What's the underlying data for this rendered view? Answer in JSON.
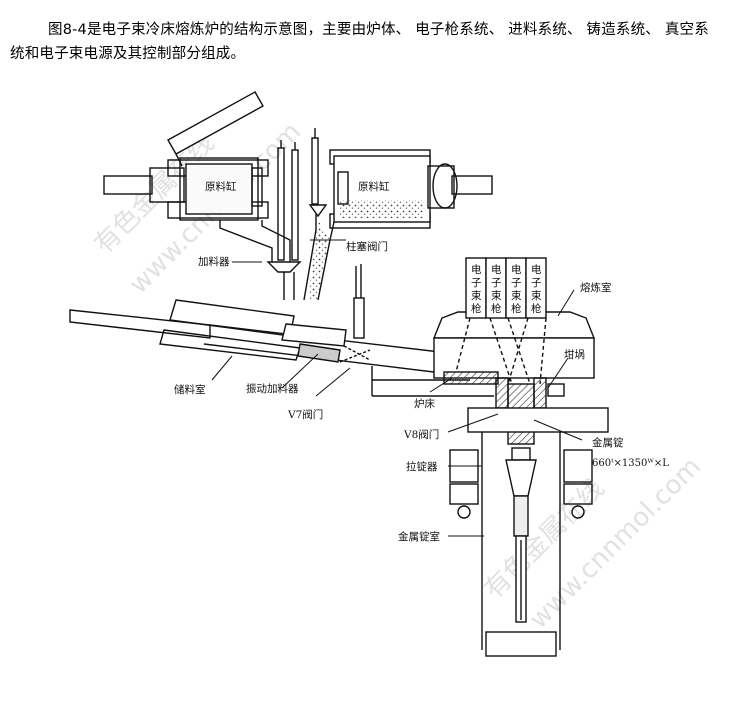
{
  "caption": "图8-4是电子束冷床熔炼炉的结构示意图，主要由炉体、 电子枪系统、 进料系统、 铸造系统、 真空系统和电子束电源及其控制部分组成。",
  "labels": {
    "raw_bin_left": "原料缸",
    "raw_bin_right": "原料缸",
    "feeder": "加料器",
    "plunger_valve": "柱塞阀门",
    "storage_chamber": "储料室",
    "vibratory_feeder": "振动加料器",
    "v7_valve": "V7阀门",
    "furnace_hearth": "炉床",
    "melting_chamber": "熔炼室",
    "crucible": "坩埚",
    "v8_valve": "V8阀门",
    "ingot_puller": "拉锭器",
    "metal_ingot": "金属锭",
    "ingot_size": "660ᵗ×1350ᵂ×L",
    "ingot_chamber": "金属锭室",
    "electron_gun": [
      "电",
      "子",
      "束",
      "枪"
    ]
  },
  "watermarks": [
    "有色金属在线",
    "www.cnnmol.com",
    "有色金属在线",
    "www.cnnmol.com"
  ]
}
